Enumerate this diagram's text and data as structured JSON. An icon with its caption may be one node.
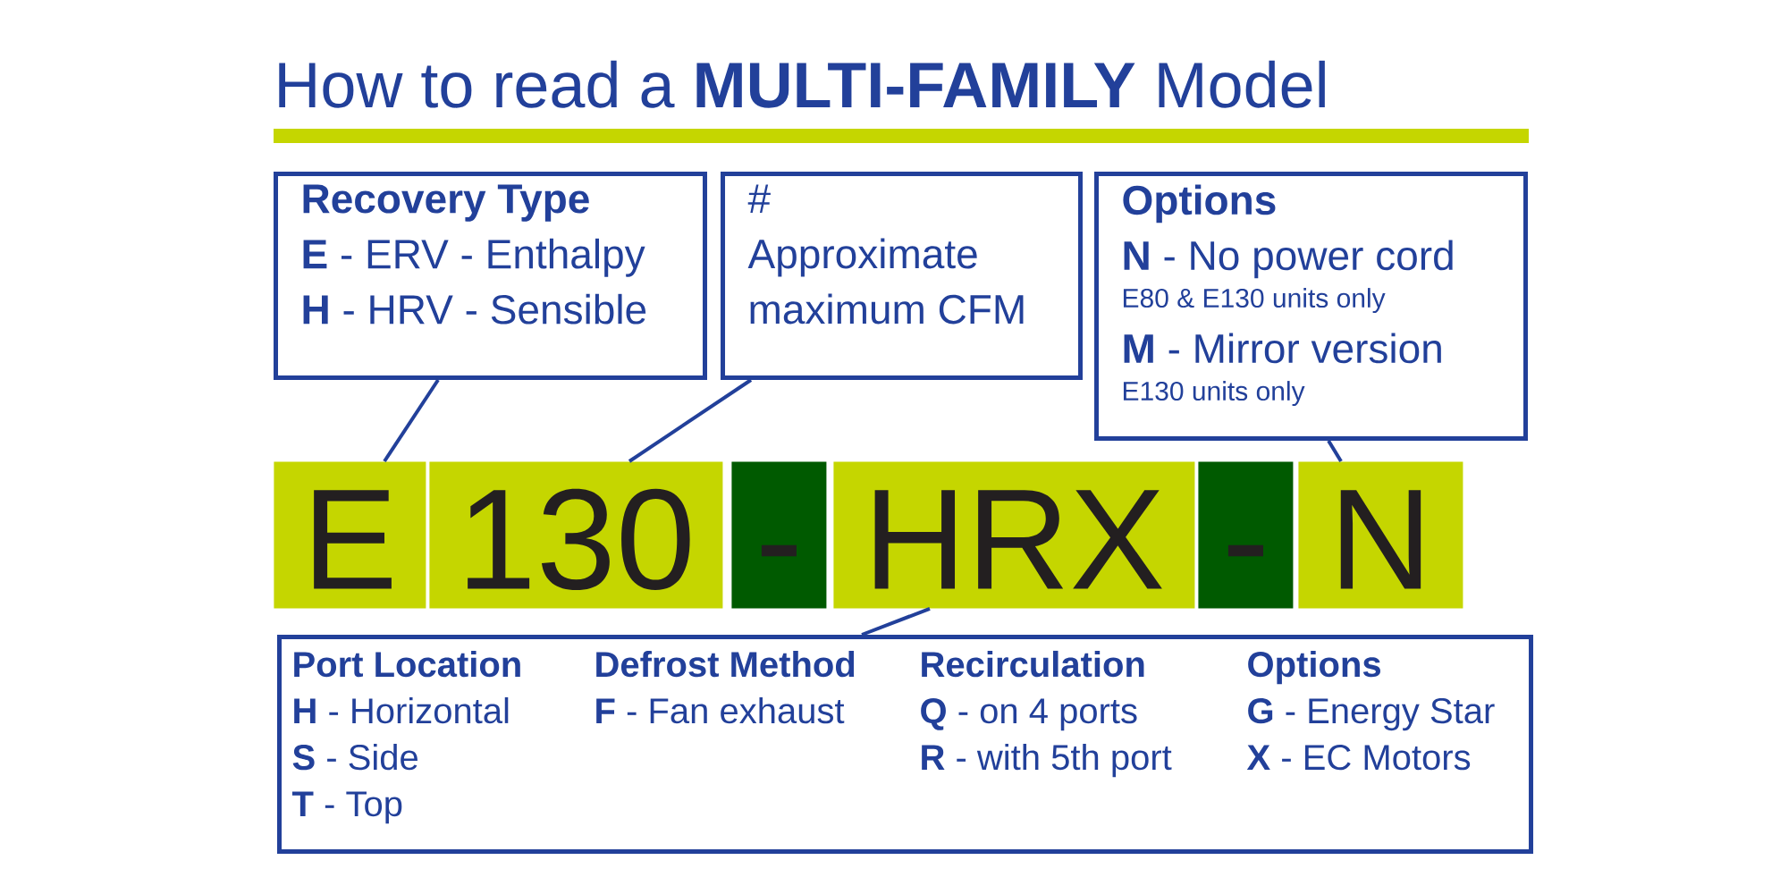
{
  "diagram": {
    "title": "How to read a **MULTI-FAMILY** Model",
    "nodes": [
      {
        "text": [
          "Recovery Type",
          "**E** - ERV - Enthalpy",
          "**H** - HRV - Sensible"
        ]
      },
      {
        "text": [
          "#",
          "Approximate maximum CFM"
        ]
      },
      {
        "text": [
          "Options",
          "**N** - No power cord",
          "E80 & E130 units only",
          "**M** - Mirror version",
          "E130 units only"
        ]
      },
      {
        "text": [
          "E"
        ]
      },
      {
        "text": [
          "130"
        ]
      },
      {
        "text": [
          "-"
        ]
      },
      {
        "text": [
          "HRX"
        ]
      },
      {
        "text": [
          "-"
        ]
      },
      {
        "text": [
          "N"
        ]
      },
      {
        "text": [
          "Port Location",
          "**H** - Horizontal",
          "**S** - Side",
          "**T** - Top",
          "Defrost Method",
          "**F** - Fan exhaust",
          "Recirculation",
          "**Q** - on 4 ports",
          "**R** - with 5th port",
          "Options",
          "**G** - Energy Star",
          "**X** - EC Motors"
        ]
      }
    ],
    "edges": [
      {
        "from": 0,
        "to": 3,
        "arrow": "none"
      },
      {
        "from": 1,
        "to": 4,
        "arrow": "none"
      },
      {
        "from": 2,
        "to": 8,
        "arrow": "none"
      },
      {
        "from": 9,
        "to": 6,
        "arrow": "none"
      }
    ]
  }
}
